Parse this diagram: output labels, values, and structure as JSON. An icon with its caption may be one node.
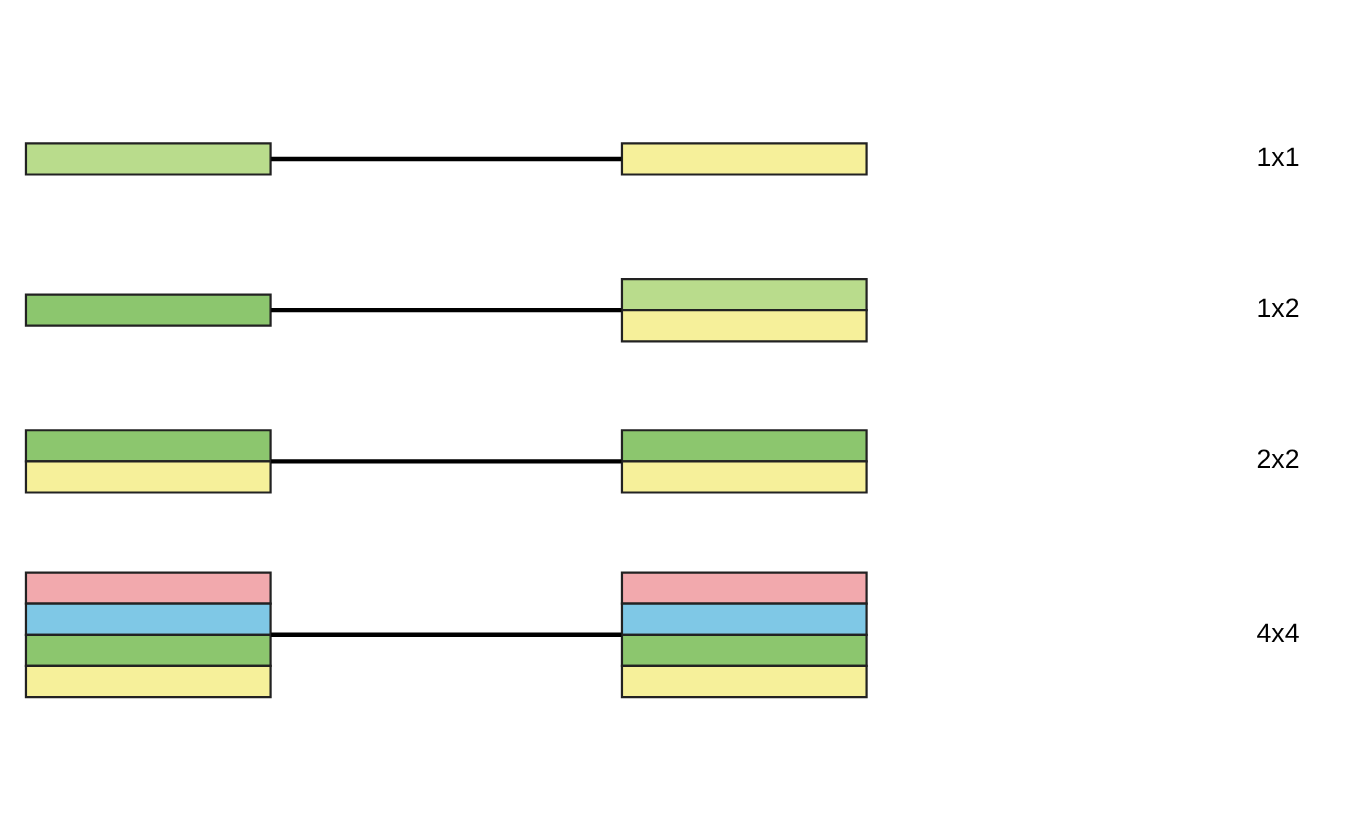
{
  "diagram": {
    "nodes": [
      {
        "text": [],
        "shape": "bar"
      },
      {
        "text": [],
        "shape": "bar"
      },
      {
        "text": [],
        "shape": "bar"
      },
      {
        "text": [],
        "shape": "bar"
      },
      {
        "text": [],
        "shape": "bar"
      },
      {
        "text": [],
        "shape": "bar"
      },
      {
        "text": [],
        "shape": "bar"
      },
      {
        "text": [],
        "shape": "bar"
      }
    ],
    "edges": [
      {
        "from": 0,
        "to": 1,
        "arrow": "none"
      },
      {
        "from": 2,
        "to": 3,
        "arrow": "none"
      },
      {
        "from": 4,
        "to": 5,
        "arrow": "none"
      },
      {
        "from": 6,
        "to": 7,
        "arrow": "none"
      }
    ],
    "labels": [
      "1x1",
      "1x2",
      "2x2",
      "4x4"
    ]
  }
}
